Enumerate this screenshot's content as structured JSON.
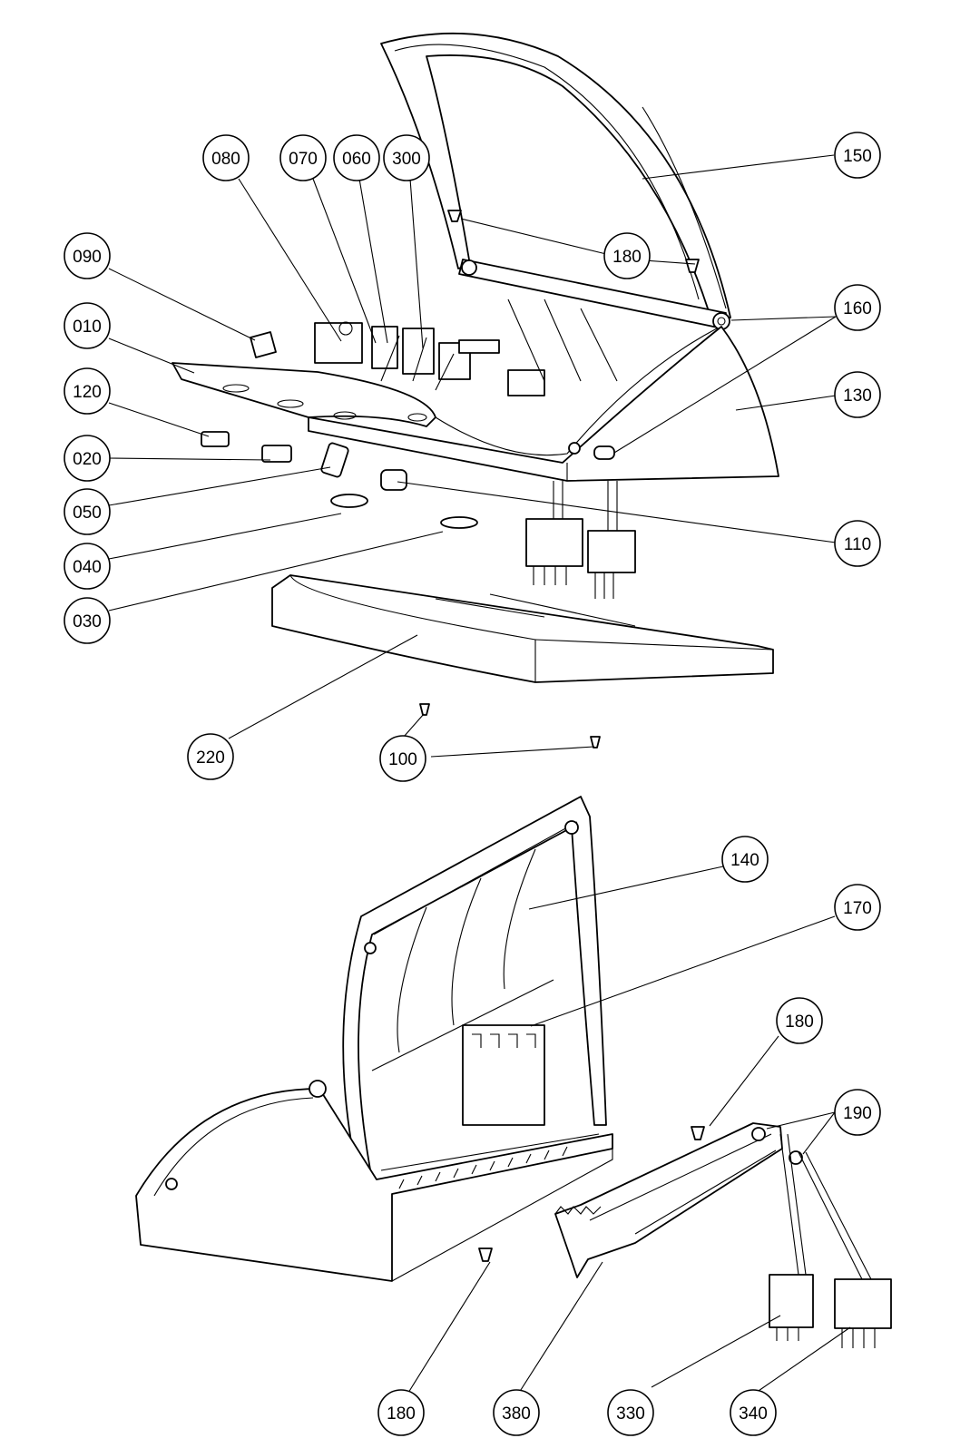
{
  "diagram": {
    "callouts": [
      {
        "id": "c080",
        "label": "080"
      },
      {
        "id": "c070",
        "label": "070"
      },
      {
        "id": "c060",
        "label": "060"
      },
      {
        "id": "c300",
        "label": "300"
      },
      {
        "id": "c150",
        "label": "150"
      },
      {
        "id": "c090",
        "label": "090"
      },
      {
        "id": "c180a",
        "label": "180"
      },
      {
        "id": "c010",
        "label": "010"
      },
      {
        "id": "c160",
        "label": "160"
      },
      {
        "id": "c120",
        "label": "120"
      },
      {
        "id": "c130",
        "label": "130"
      },
      {
        "id": "c020",
        "label": "020"
      },
      {
        "id": "c050",
        "label": "050"
      },
      {
        "id": "c110",
        "label": "110"
      },
      {
        "id": "c040",
        "label": "040"
      },
      {
        "id": "c030",
        "label": "030"
      },
      {
        "id": "c220",
        "label": "220"
      },
      {
        "id": "c100",
        "label": "100"
      },
      {
        "id": "c140",
        "label": "140"
      },
      {
        "id": "c170",
        "label": "170"
      },
      {
        "id": "c180b",
        "label": "180"
      },
      {
        "id": "c190",
        "label": "190"
      },
      {
        "id": "c180c",
        "label": "180"
      },
      {
        "id": "c380",
        "label": "380"
      },
      {
        "id": "c330",
        "label": "330"
      },
      {
        "id": "c340",
        "label": "340"
      }
    ]
  }
}
